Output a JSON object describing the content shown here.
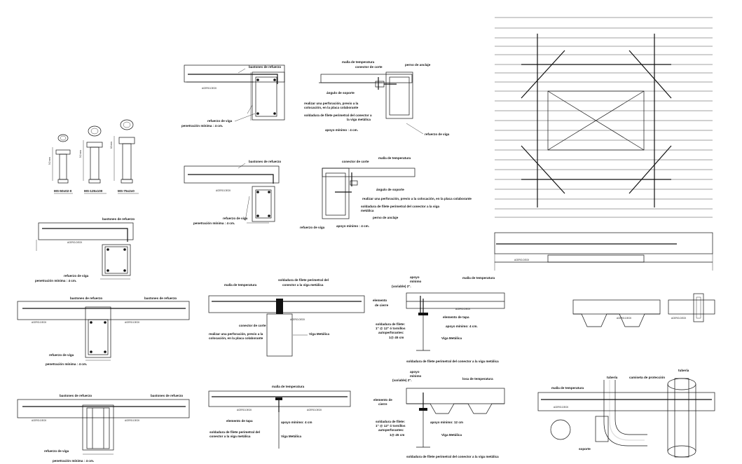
{
  "labels": {
    "d1_top": "bastones de refuerzo",
    "d1_bot_a": "refuerzo de viga",
    "d1_bot_b": "penetración mínima : 4 cm.",
    "d2_top": "bastones de refuerzo",
    "d2_bot_a": "refuerzo de viga",
    "d2_bot_b": "penetración mínima : 4 cm.",
    "d3_top": "bastones de refuerzo",
    "d3_bot_a": "refuerzo de viga",
    "d3_bot_b": "penetración mínima : 4 cm.",
    "d4_top_l": "bastones de refuerzo",
    "d4_top_r": "bastones de refuerzo",
    "d4_mid": "refuerzo de viga",
    "d4_bot": "penetración mínima : 4 cm.",
    "d5_top_l": "bastones de refuerzo",
    "d5_top_r": "bastones de refuerzo",
    "d5_mid": "refuerzo de viga",
    "d5_bot": "penetración mínima : 4 cm.",
    "deck": "ACERO-DECK",
    "c1_mesh": "malla de temperatura",
    "c1_conn": "conector de corte",
    "c1_bolt": "perno de anclaje",
    "c1_seat": "ángulo de soporte",
    "c1_note_a": "realizar una perforación, previo a la",
    "c1_note_b": "colocación, en la placa colaborante",
    "c1_weld_a": "soldadura de filete perimetral del conector a",
    "c1_weld_b": "la viga metálica",
    "c1_support": "apoyo mínimo : 4 cm.",
    "c1_beam": "refuerzo de viga",
    "c2_conn": "conector de corte",
    "c2_mesh": "malla de temperatura",
    "c2_seat": "ángulo de soporte",
    "c2_note": "realizar una perforación, previo a la colocación, en la placa colaborante",
    "c2_weld_a": "soldadura de filete perimetral del conector a la viga",
    "c2_weld_b": "metálica",
    "c2_bolt": "perno de anclaje",
    "c2_beam": "refuerzo de viga",
    "c2_support": "apoyo mínimo : 4 cm.",
    "s1": "MS-50x02-0",
    "s2": "MS-125x100",
    "s3": "MS-75x2x0",
    "s1_h": "5.0 mm",
    "s2_h": "5.0 mm",
    "s3_h": "10 mm",
    "m1_mesh": "malla de temperatura",
    "m1_weld_a": "soldadura de filete perimetral del",
    "m1_weld_b": "conector a la viga metálica",
    "m1_conn": "conector de corte",
    "m1_note_a": "realizar una perforación, previo a la",
    "m1_note_b": "colocación, en la placa colaborante",
    "m1_beam": "Viga Metálica",
    "m2_support_a": "apoyo",
    "m2_support_b": "mínimo",
    "m2_support_c": "(variable) 2\".",
    "m2_mesh": "malla de temperatura",
    "m2_edge_a": "elemento",
    "m2_edge_b": "de cierre",
    "m2_cap": "elemento de tapa",
    "m2_weld_a": "soldadura de filete:",
    "m2_weld_b": "1\" @ 12\" ó tornillos",
    "m2_weld_c": "autoperforantes:",
    "m2_weld_d": "1@ 45 cm",
    "m2_support2": "apoyo mínimo: 4 cm.",
    "m2_beam": "Viga Metálica",
    "m2_weld_bot": "soldadura de filete perimetral del conector a la viga metálica",
    "b1_mesh": "malla de temperatura",
    "b1_cap": "elemento de tapa",
    "b1_support": "apoyo mínimo: 4 cm",
    "b1_weld_a": "soldadura de filete perimetral del",
    "b1_weld_b": "conector a la viga metálica",
    "b1_beam": "Viga Metálica",
    "b2_support_a": "apoyo",
    "b2_support_b": "mínimo",
    "b2_support_c": "(variable) 2\".",
    "b2_mesh": "losa de temperatura",
    "b2_edge_a": "elemento de",
    "b2_edge_b": "cierre",
    "b2_support2": "apoyo mínimo: 12 cm",
    "b2_weld_a": "soldadura de filete:",
    "b2_weld_b": "1\" @ 12\" ó tornillos",
    "b2_weld_c": "autoperforantes:",
    "b2_weld_d": "1@ 45 cm",
    "b2_beam": "Viga Metálica",
    "b2_weld_bot": "soldadura de filete perimetral del conector a la viga metálica",
    "p_mesh": "malla de temperatura",
    "p_pipe": "tubería",
    "p_sleeve": "camiseta de protección",
    "p_pipe2": "tubería",
    "p_support": "soporte"
  }
}
